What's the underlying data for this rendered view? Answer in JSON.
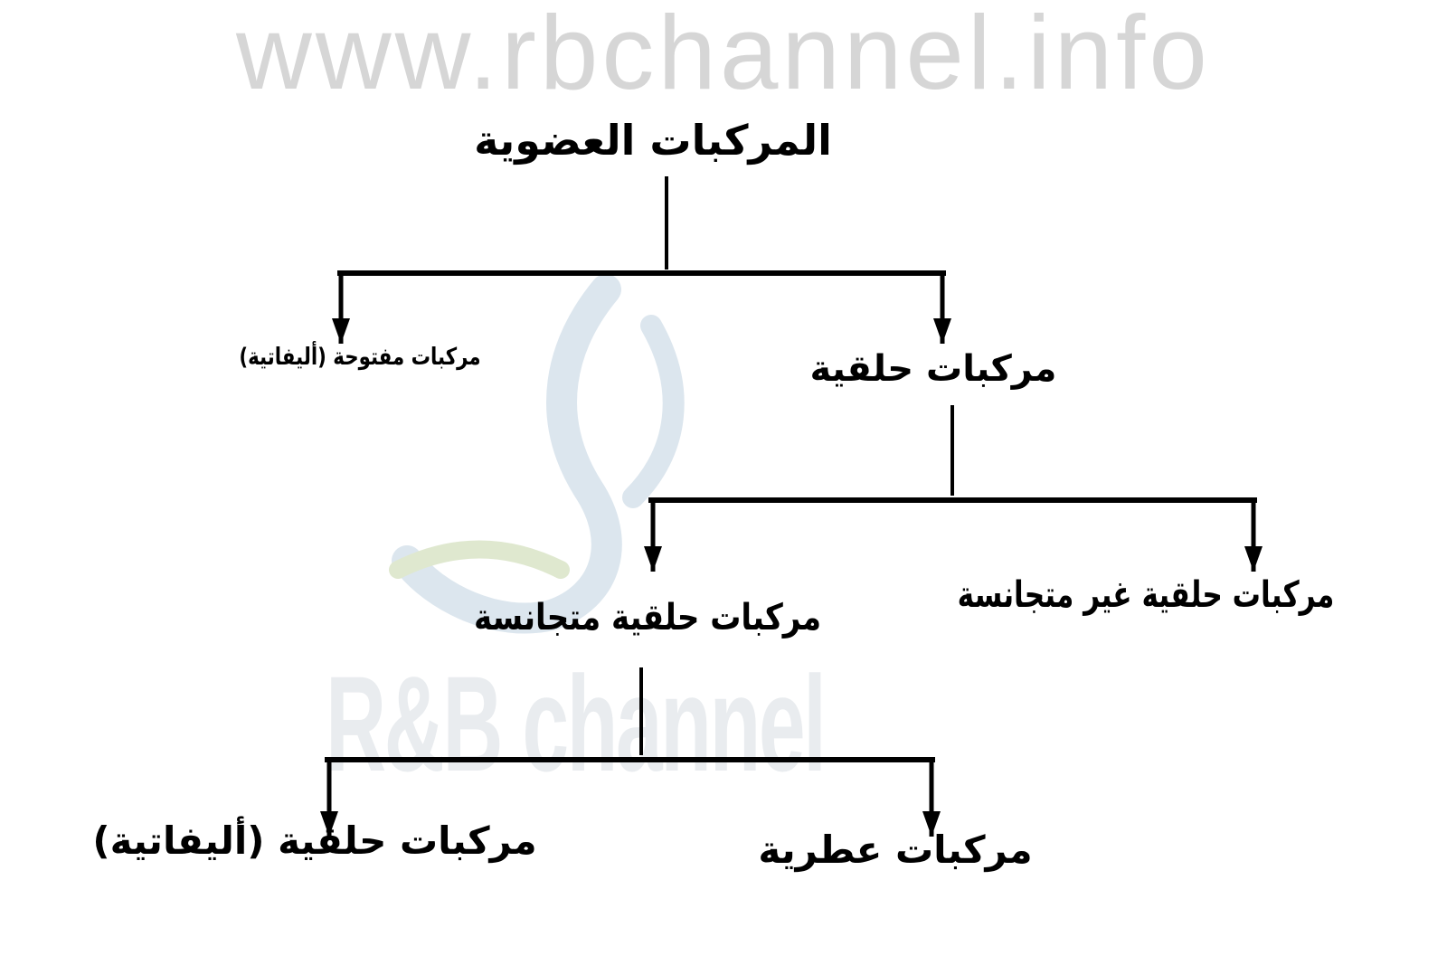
{
  "watermark": {
    "url": "www.rbchannel.info",
    "brand": "R&B channel"
  },
  "diagram": {
    "root": "المركبات العضوية",
    "open_chain": "مركبات مفتوحة (أليفاتية)",
    "cyclic": "مركبات حلقية",
    "heterocyclic": "مركبات حلقية غير متجانسة",
    "homocyclic": "مركبات حلقية متجانسة",
    "alicyclic": "مركبات حلقية (أليفاتية)",
    "aromatic": "مركبات عطرية"
  },
  "colors": {
    "line": "#000000",
    "watermark_text": "#d6d6d6",
    "logo_green": "#dfe8cf",
    "logo_blue": "#dce6ee"
  }
}
